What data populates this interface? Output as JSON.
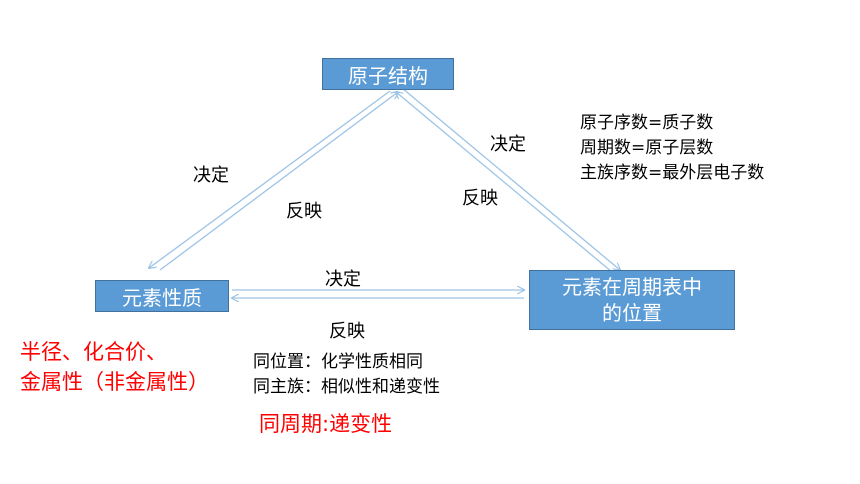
{
  "nodes": {
    "structure": "原子结构",
    "properties": "元素性质",
    "position_line1": "元素在周期表中",
    "position_line2": "的位置"
  },
  "edges": {
    "left_outer": "决定",
    "left_inner": "反映",
    "right_outer": "决定",
    "right_inner": "反映",
    "bottom_top": "决定",
    "bottom_bottom": "反映"
  },
  "notes": {
    "relations": [
      "原子序数=质子数",
      "周期数=原子层数",
      "主族序数=最外层电子数"
    ],
    "same_position": "同位置：化学性质相同",
    "same_group": "同主族：相似性和递变性",
    "same_period": "同周期:递变性",
    "props_line1": "半径、化合价、",
    "props_line2": "金属性（非金属性）"
  },
  "colors": {
    "box_fill": "#5b9bd5",
    "arrow": "#9dc3e6",
    "highlight": "#ff0000"
  }
}
